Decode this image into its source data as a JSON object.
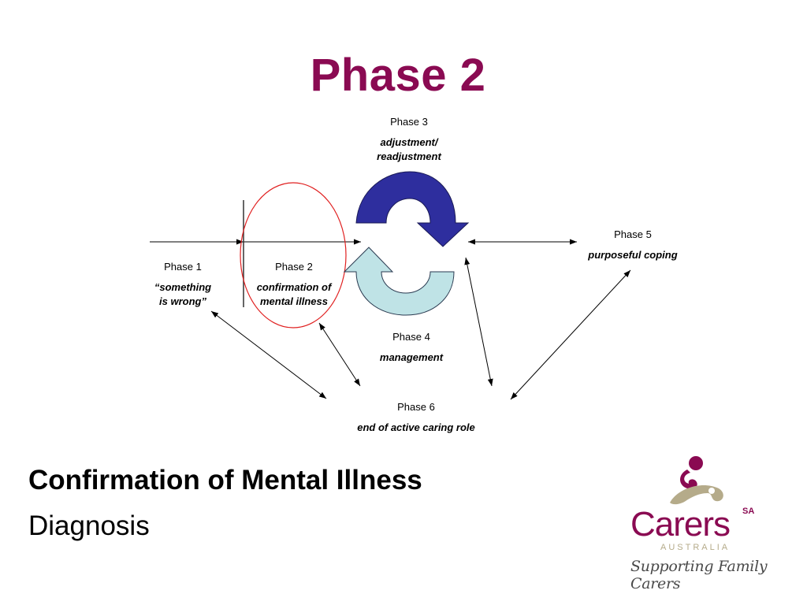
{
  "slide": {
    "title": "Phase 2",
    "heading": "Confirmation of Mental Illness",
    "subheading": "Diagnosis"
  },
  "diagram": {
    "phases": [
      {
        "id": "phase-1",
        "label": "Phase 1",
        "desc_lines": [
          "“something",
          "is wrong”"
        ]
      },
      {
        "id": "phase-2",
        "label": "Phase 2",
        "desc_lines": [
          "confirmation of",
          "mental illness"
        ],
        "highlighted": true
      },
      {
        "id": "phase-3",
        "label": "Phase 3",
        "desc_lines": [
          "adjustment/",
          "readjustment"
        ]
      },
      {
        "id": "phase-4",
        "label": "Phase 4",
        "desc_lines": [
          "management"
        ]
      },
      {
        "id": "phase-5",
        "label": "Phase 5",
        "desc_lines": [
          "purposeful coping"
        ]
      },
      {
        "id": "phase-6",
        "label": "Phase 6",
        "desc_lines": [
          "end of active caring role"
        ]
      }
    ],
    "colors": {
      "phase3_arrow": "#2e2e9e",
      "phase4_arrow": "#bfe3e6",
      "highlight_ring": "#e02020",
      "title": "#8a0a52"
    }
  },
  "logo": {
    "brand": "Carers",
    "region": "SA",
    "org": "AUSTRALIA",
    "tagline": "Supporting Family Carers",
    "colors": {
      "brand": "#8a0a52",
      "emblem_tan": "#b5ab8a",
      "org_text": "#b5ab8a"
    }
  }
}
